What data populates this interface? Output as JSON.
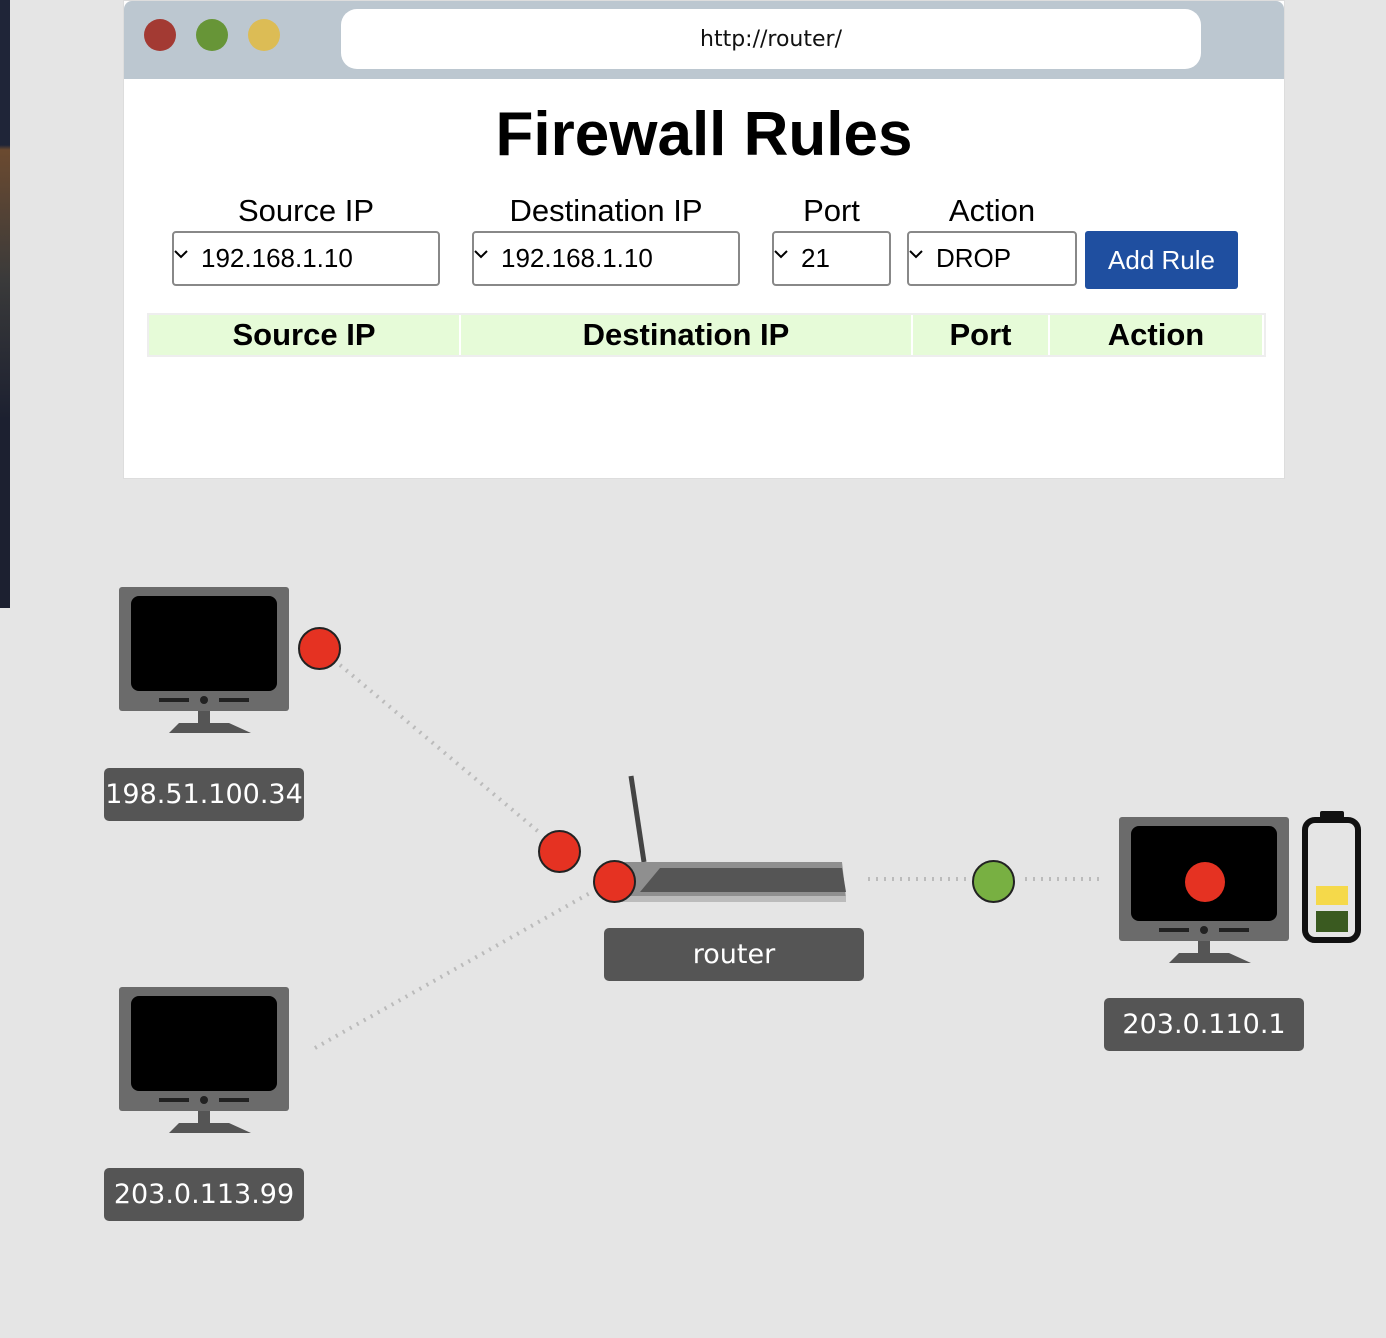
{
  "browser": {
    "url": "http://router/",
    "traffic_lights": [
      "#a33a33",
      "#679537",
      "#dcbc55"
    ]
  },
  "page": {
    "title": "Firewall Rules"
  },
  "form": {
    "source_ip": {
      "label": "Source IP",
      "value": "192.168.1.10"
    },
    "destination_ip": {
      "label": "Destination IP",
      "value": "192.168.1.10"
    },
    "port": {
      "label": "Port",
      "value": "21"
    },
    "action": {
      "label": "Action",
      "value": "DROP"
    },
    "add_button": "Add Rule"
  },
  "table": {
    "headers": [
      "Source IP",
      "Destination IP",
      "Port",
      "Action"
    ],
    "rows": []
  },
  "network": {
    "hosts": [
      {
        "ip": "198.51.100.34",
        "status": "red"
      },
      {
        "ip": "203.0.113.99"
      },
      {
        "ip": "203.0.110.1",
        "status": "red",
        "battery_level": 0.4
      }
    ],
    "router": {
      "label": "router"
    },
    "colors": {
      "blocked": "#e53222",
      "allowed": "#78b042"
    }
  }
}
